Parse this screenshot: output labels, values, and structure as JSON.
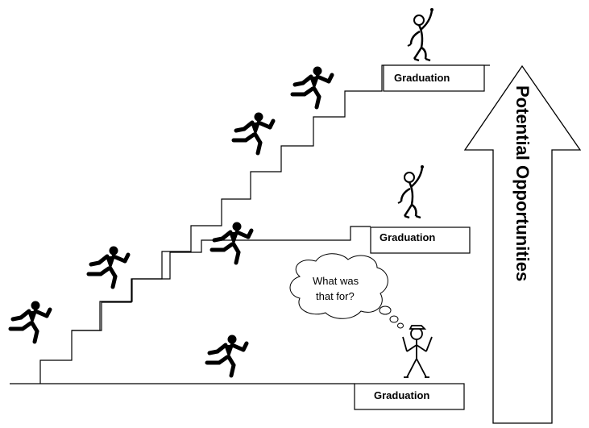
{
  "diagram": {
    "levels": [
      {
        "label": "Graduation"
      },
      {
        "label": "Graduation"
      },
      {
        "label": "Graduation"
      }
    ],
    "thought_bubble": {
      "line1": "What was",
      "line2": "that for?"
    },
    "arrow": {
      "text": "Potential Opportunities"
    },
    "colors": {
      "ink": "#000000",
      "paper": "#ffffff"
    },
    "icons": [
      "running-person-icon",
      "celebrating-person-icon",
      "confused-person-icon",
      "thought-cloud-icon",
      "up-arrow-icon"
    ]
  }
}
